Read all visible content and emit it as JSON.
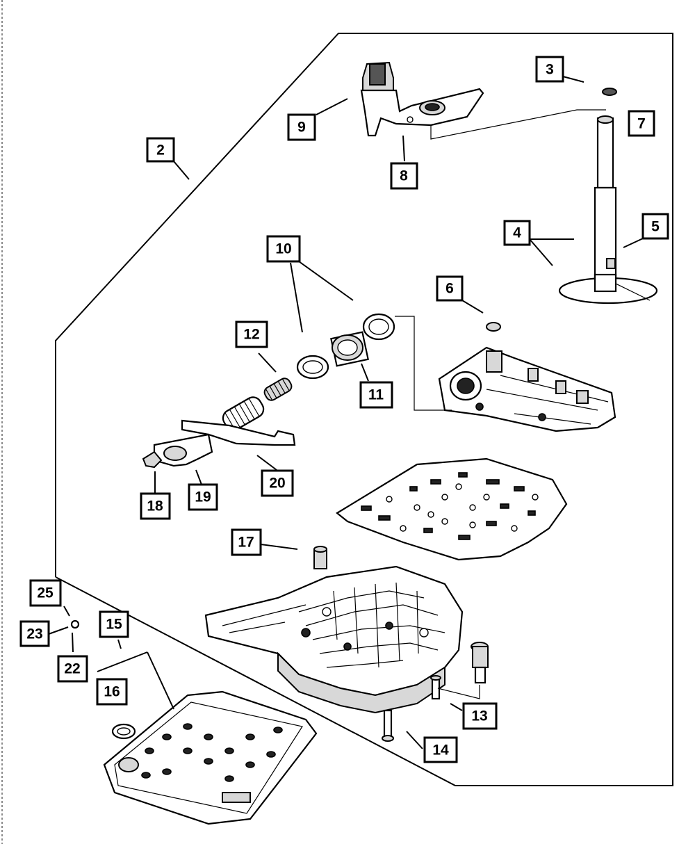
{
  "callouts": [
    {
      "id": "2",
      "label": "2"
    },
    {
      "id": "3",
      "label": "3"
    },
    {
      "id": "4",
      "label": "4"
    },
    {
      "id": "5",
      "label": "5"
    },
    {
      "id": "6",
      "label": "6"
    },
    {
      "id": "7",
      "label": "7"
    },
    {
      "id": "8",
      "label": "8"
    },
    {
      "id": "9",
      "label": "9"
    },
    {
      "id": "10",
      "label": "10"
    },
    {
      "id": "11",
      "label": "11"
    },
    {
      "id": "12",
      "label": "12"
    },
    {
      "id": "13",
      "label": "13"
    },
    {
      "id": "14",
      "label": "14"
    },
    {
      "id": "15",
      "label": "15"
    },
    {
      "id": "16",
      "label": "16"
    },
    {
      "id": "17",
      "label": "17"
    },
    {
      "id": "18",
      "label": "18"
    },
    {
      "id": "19",
      "label": "19"
    },
    {
      "id": "20",
      "label": "20"
    },
    {
      "id": "22",
      "label": "22"
    },
    {
      "id": "23",
      "label": "23"
    },
    {
      "id": "25",
      "label": "25"
    }
  ]
}
